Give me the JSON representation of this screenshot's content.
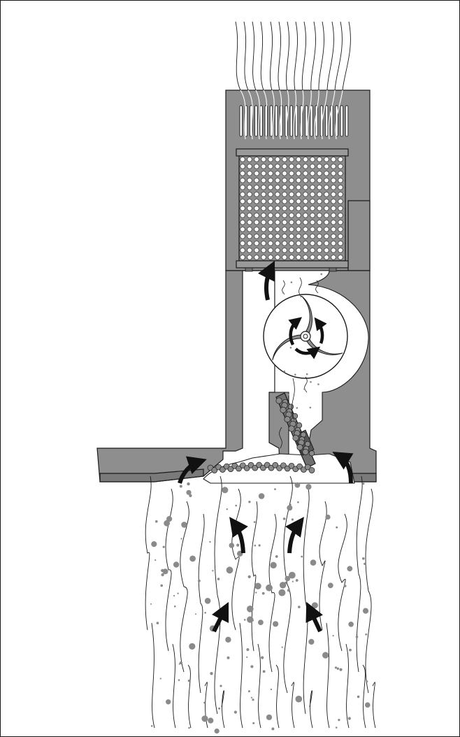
{
  "diagram": {
    "kind": "cutaway illustration of a vacuum cleaner nozzle airflow (no printed text)",
    "components": [
      {
        "name": "outlet-grille"
      },
      {
        "name": "perforated-filter"
      },
      {
        "name": "fan-impeller",
        "rotation": "clockwise"
      },
      {
        "name": "debris-flap"
      },
      {
        "name": "nozzle-base"
      }
    ],
    "flows": [
      "intake-air-with-debris",
      "exhaust-air-through-grille"
    ],
    "colors": {
      "housing": "#8e8e8e",
      "housing_dark": "#6f6f6f",
      "outline": "#1a1a1a",
      "particles": "#8a8a8a",
      "exhaust_lines": "#ffffff",
      "arrows": "#111111",
      "background": "#ffffff"
    }
  }
}
